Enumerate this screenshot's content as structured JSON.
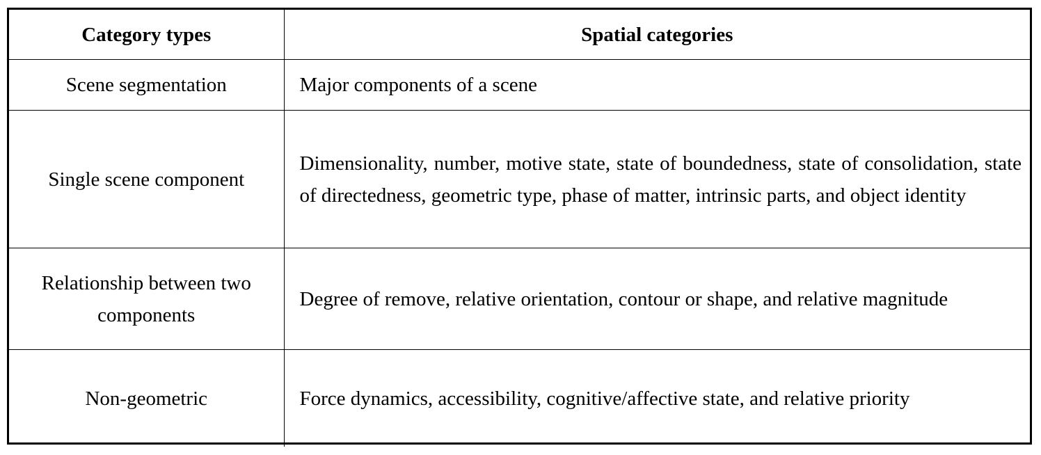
{
  "table": {
    "headers": [
      "Category types",
      "Spatial categories"
    ],
    "rows": [
      {
        "type": "Scene segmentation",
        "categories": "Major components of a scene"
      },
      {
        "type": "Single scene component",
        "categories": "Dimensionality, number, motive state, state of boundedness, state of consolidation, state of directedness, geometric type, phase of matter, intrinsic parts, and object identity"
      },
      {
        "type": "Relationship between two components",
        "categories": "Degree of remove, relative orientation, contour or shape, and relative magnitude"
      },
      {
        "type": "Non-geometric",
        "categories": "Force dynamics, accessibility, cognitive/affective state, and relative priority"
      }
    ]
  }
}
